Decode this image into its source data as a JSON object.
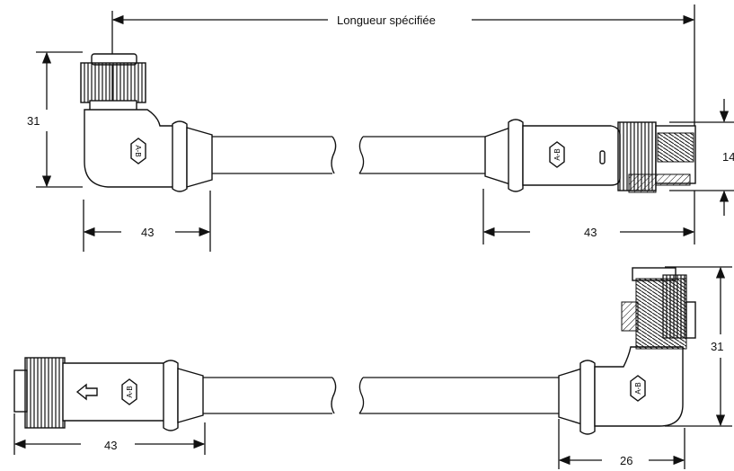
{
  "diagram": {
    "title_label": "Longueur spécifiée",
    "dimensions": {
      "top_left_height": "31",
      "top_left_length": "43",
      "top_right_length": "43",
      "top_right_thread_height": "14",
      "bottom_left_length": "43",
      "bottom_right_height": "31",
      "bottom_right_length": "26"
    },
    "logo_text": "A-B"
  },
  "colors": {
    "line": "#111111",
    "background": "#ffffff"
  }
}
